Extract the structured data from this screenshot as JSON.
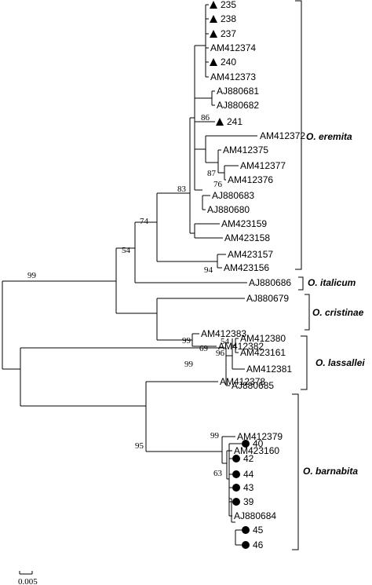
{
  "tree": {
    "leaves": [
      {
        "label": "235",
        "marker": "triangle"
      },
      {
        "label": "238",
        "marker": "triangle"
      },
      {
        "label": "237",
        "marker": "triangle"
      },
      {
        "label": "AM412374",
        "marker": "none"
      },
      {
        "label": "240",
        "marker": "triangle"
      },
      {
        "label": "AM412373",
        "marker": "none"
      },
      {
        "label": "AJ880681",
        "marker": "none"
      },
      {
        "label": "AJ880682",
        "marker": "none"
      },
      {
        "label": "241",
        "marker": "triangle"
      },
      {
        "label": "AM412372",
        "marker": "none"
      },
      {
        "label": "AM412375",
        "marker": "none"
      },
      {
        "label": "AM412377",
        "marker": "none"
      },
      {
        "label": "AM412376",
        "marker": "none"
      },
      {
        "label": "AJ880683",
        "marker": "none"
      },
      {
        "label": "AJ880680",
        "marker": "none"
      },
      {
        "label": "AM423159",
        "marker": "none"
      },
      {
        "label": "AM423158",
        "marker": "none"
      },
      {
        "label": "AM423157",
        "marker": "none"
      },
      {
        "label": "AM423156",
        "marker": "none"
      },
      {
        "label": "AJ880686",
        "marker": "none"
      },
      {
        "label": "AJ880679",
        "marker": "none"
      },
      {
        "label": "AM412383",
        "marker": "none"
      },
      {
        "label": "AM412382",
        "marker": "none"
      },
      {
        "label": "AM412380",
        "marker": "none"
      },
      {
        "label": "AM423161",
        "marker": "none"
      },
      {
        "label": "AM412381",
        "marker": "none"
      },
      {
        "label": "AJ880685",
        "marker": "none"
      },
      {
        "label": "AM412378",
        "marker": "none"
      },
      {
        "label": "AM412379",
        "marker": "none"
      },
      {
        "label": "AM423160",
        "marker": "none"
      },
      {
        "label": "40",
        "marker": "circle"
      },
      {
        "label": "42",
        "marker": "circle"
      },
      {
        "label": "44",
        "marker": "circle"
      },
      {
        "label": "43",
        "marker": "circle"
      },
      {
        "label": "39",
        "marker": "circle"
      },
      {
        "label": "AJ880684",
        "marker": "none"
      },
      {
        "label": "45",
        "marker": "circle"
      },
      {
        "label": "46",
        "marker": "circle"
      }
    ],
    "bootstrap": [
      "86",
      "87",
      "76",
      "83",
      "74",
      "54",
      "94",
      "99",
      "99",
      "69",
      "54",
      "96",
      "99",
      "95",
      "99",
      "63"
    ]
  },
  "clades": [
    "O. eremita",
    "O. italicum",
    "O. cristinae",
    "O. lassallei",
    "O. barnabita"
  ],
  "scale_bar": "0.005"
}
